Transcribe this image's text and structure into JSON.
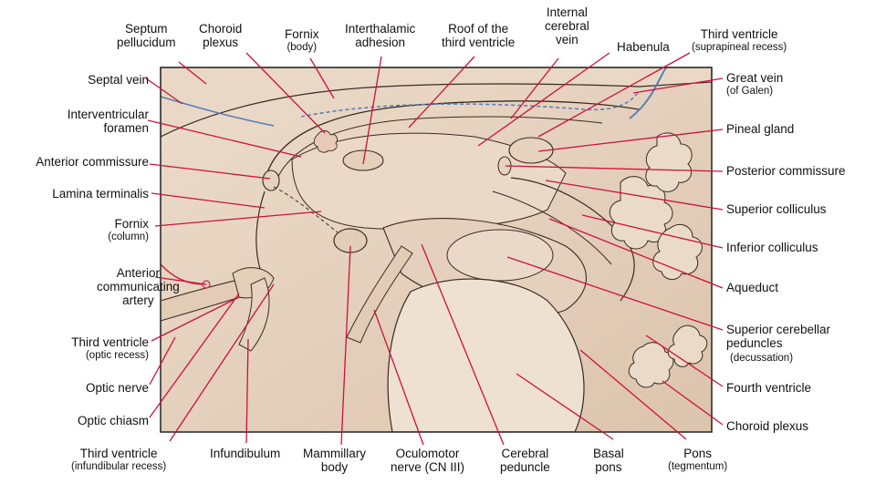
{
  "colors": {
    "tissue": "#e7d5c2",
    "tissue_dark": "#d7bfa6",
    "outline": "#3a2a22",
    "leader": "#d0103a",
    "vessel": "#5c7fb5",
    "vessel_red": "#c03040",
    "frame": "#222222"
  },
  "labels": {
    "septum_pellucidum": {
      "main": "Septum\npellucidum"
    },
    "choroid_plexus_top": {
      "main": "Choroid\nplexus"
    },
    "fornix_body": {
      "main": "Fornix",
      "sub": "(body)"
    },
    "interthalamic_adhesion": {
      "main": "Interthalamic\nadhesion"
    },
    "roof_third_ventricle": {
      "main": "Roof of the\nthird ventricle"
    },
    "internal_cerebral_vein": {
      "main": "Internal\ncerebral\nvein"
    },
    "habenula": {
      "main": "Habenula"
    },
    "third_ventricle_suprapineal": {
      "main": "Third ventricle",
      "sub": "(suprapineal recess)"
    },
    "septal_vein": {
      "main": "Septal vein"
    },
    "interventricular_foramen": {
      "main": "Interventricular\nforamen"
    },
    "anterior_commissure": {
      "main": "Anterior commissure"
    },
    "lamina_terminalis": {
      "main": "Lamina terminalis"
    },
    "fornix_column": {
      "main": "Fornix",
      "sub": "(column)"
    },
    "anterior_communicating_artery": {
      "main": "Anterior\ncommunicating\nartery"
    },
    "third_ventricle_optic": {
      "main": "Third ventricle",
      "sub": "(optic recess)"
    },
    "optic_nerve": {
      "main": "Optic nerve"
    },
    "optic_chiasm": {
      "main": "Optic chiasm"
    },
    "third_ventricle_infundibular": {
      "main": "Third ventricle",
      "sub": "(infundibular recess)"
    },
    "infundibulum": {
      "main": "Infundibulum"
    },
    "mammillary_body": {
      "main": "Mammillary\nbody"
    },
    "oculomotor_nerve": {
      "main": "Oculomotor\nnerve (CN III)"
    },
    "cerebral_peduncle": {
      "main": "Cerebral\npeduncle"
    },
    "basal_pons": {
      "main": "Basal\npons"
    },
    "pons_tegmentum": {
      "main": "Pons",
      "sub": "(tegmentum)"
    },
    "great_vein": {
      "main": "Great vein",
      "sub": "(of Galen)"
    },
    "pineal_gland": {
      "main": "Pineal gland"
    },
    "posterior_commissure": {
      "main": "Posterior commissure"
    },
    "superior_colliculus": {
      "main": "Superior colliculus"
    },
    "inferior_colliculus": {
      "main": "Inferior colliculus"
    },
    "aqueduct": {
      "main": "Aqueduct"
    },
    "superior_cerebellar_peduncles": {
      "main": "Superior cerebellar\npeduncles",
      "sub": "(decussation)"
    },
    "fourth_ventricle": {
      "main": "Fourth ventricle"
    },
    "choroid_plexus_bottom": {
      "main": "Choroid plexus"
    }
  }
}
